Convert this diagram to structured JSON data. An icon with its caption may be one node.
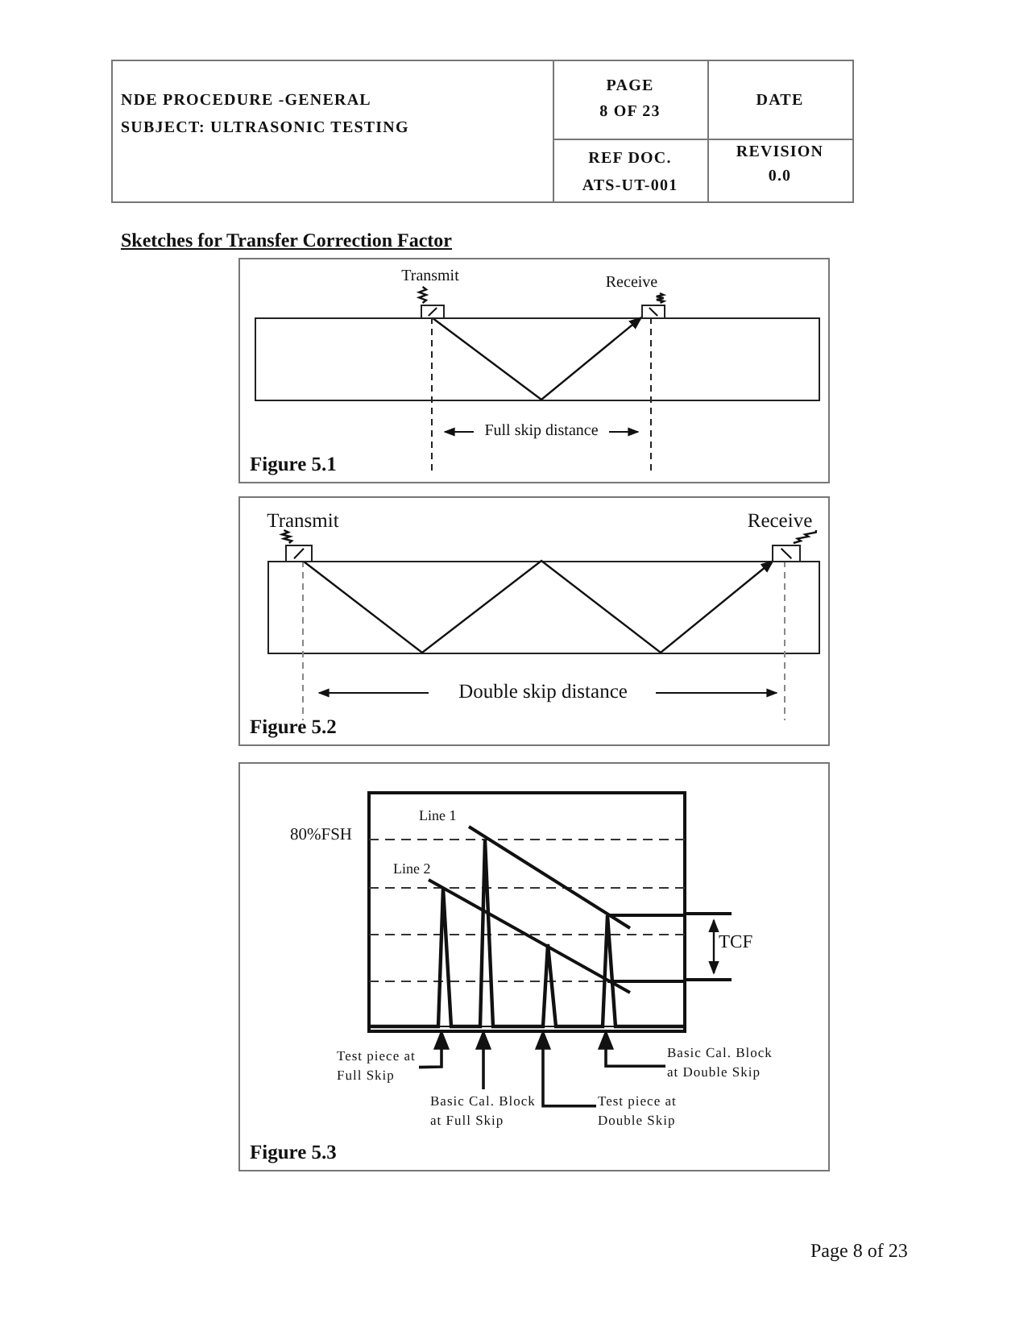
{
  "diagram": {
    "nodes": [
      {
        "text": [
          "Figure 5.1"
        ]
      },
      {
        "text": [
          "Transmit"
        ],
        "in": 0
      },
      {
        "text": [],
        "shape": "box",
        "in": 0
      },
      {
        "text": [
          "Receive"
        ],
        "in": 0
      },
      {
        "text": [],
        "shape": "box",
        "in": 0
      },
      {
        "text": [
          "Figure 5.2"
        ]
      },
      {
        "text": [
          "Transmit"
        ],
        "in": 5
      },
      {
        "text": [],
        "shape": "box",
        "in": 5
      },
      {
        "text": [
          "Receive"
        ],
        "in": 5
      },
      {
        "text": [],
        "shape": "box",
        "in": 5
      },
      {
        "text": [
          "Figure 5.3"
        ]
      },
      {
        "text": [
          "Test piece at Full Skip"
        ],
        "in": 10
      },
      {
        "text": [
          "Basic Cal. Block at Full Skip"
        ],
        "in": 10
      },
      {
        "text": [
          "Test piece at Double Skip"
        ],
        "in": 10
      },
      {
        "text": [
          "Basic Cal. Block at Double Skip"
        ],
        "in": 10
      },
      {
        "text": [],
        "shape": "picture",
        "in": 10
      }
    ],
    "edges": [
      {
        "from": 1,
        "to": 2,
        "arrow": "none"
      },
      {
        "from": 3,
        "to": 4,
        "arrow": "none"
      },
      {
        "from": 2,
        "to": 4,
        "arrow": "to"
      },
      {
        "from": 6,
        "to": 7,
        "arrow": "none"
      },
      {
        "from": 8,
        "to": 9,
        "arrow": "none"
      },
      {
        "from": 7,
        "to": 9,
        "arrow": "to"
      },
      {
        "from": 11,
        "to": 15,
        "arrow": "to"
      },
      {
        "from": 12,
        "to": 15,
        "arrow": "to"
      },
      {
        "from": 13,
        "to": 15,
        "arrow": "to"
      },
      {
        "from": 14,
        "to": 15,
        "arrow": "to"
      }
    ],
    "labels": [
      "NDE PROCEDURE -GENERAL",
      "SUBJECT: ULTRASONIC TESTING",
      "PAGE",
      "8 OF 23",
      "DATE",
      "REF DOC.",
      "ATS-UT-001",
      "REVISION",
      "0.0",
      "Sketches for Transfer Correction Factor",
      "Full skip distance",
      "Double skip distance",
      "Line 1",
      "Line 2",
      "80%FSH",
      "TCF",
      "Page 8 of 23"
    ]
  }
}
